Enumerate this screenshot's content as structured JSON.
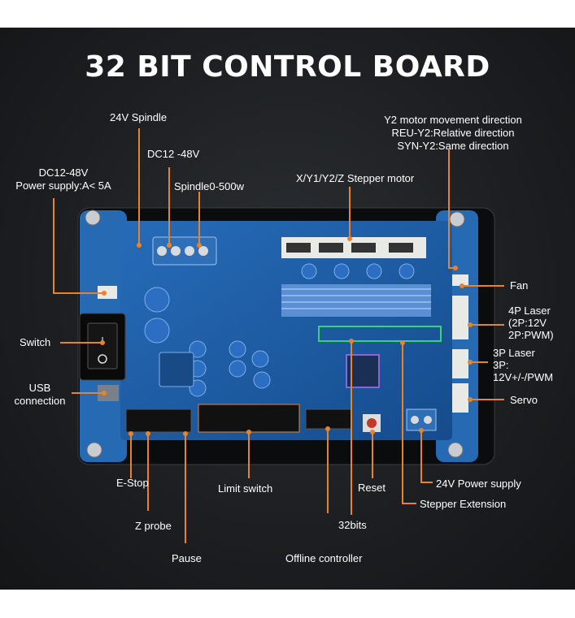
{
  "title": "32 BIT CONTROL BOARD",
  "labels": {
    "spindle_24v": "24V Spindle",
    "dc12_48": "DC12 -48V",
    "spindle_power": "Spindle0-500w",
    "power_supply_1": "DC12-48V",
    "power_supply_2": "Power supply:A< 5A",
    "stepper_motor": "X/Y1/Y2/Z Stepper motor",
    "y2_1": "Y2 motor movement direction",
    "y2_2": "REU-Y2:Relative direction",
    "y2_3": "SYN-Y2:Same direction",
    "fan": "Fan",
    "laser4p_1": "4P Laser",
    "laser4p_2": "(2P:12V",
    "laser4p_3": "2P:PWM)",
    "laser3p_1": "3P Laser",
    "laser3p_2": "3P:",
    "laser3p_3": "12V+/-/PWM",
    "servo": "Servo",
    "switch": "Switch",
    "usb_1": "USB",
    "usb_2": "connection",
    "estop": "E-Stop",
    "zprobe": "Z probe",
    "pause": "Pause",
    "limit_switch": "Limit switch",
    "reset": "Reset",
    "power_24v": "24V Power supply",
    "stepper_ext": "Stepper Extension",
    "bits32": "32bits",
    "offline": "Offline controller"
  },
  "colors": {
    "board": "#1e5fa8",
    "leader": "#e8832a",
    "background": "#1d1f22"
  }
}
